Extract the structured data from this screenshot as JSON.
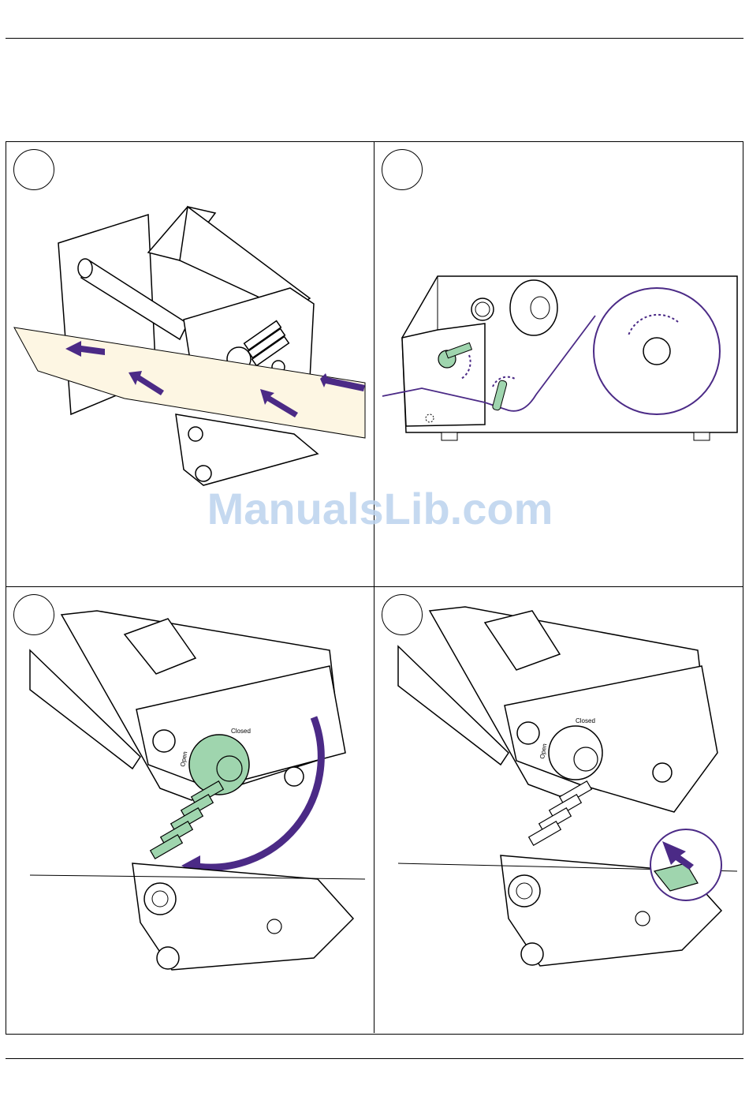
{
  "watermark": {
    "text": "ManualsLib.com"
  },
  "panels": [
    {
      "id": 1,
      "illustration": "printer-mechanism-media-insertion"
    },
    {
      "id": 2,
      "illustration": "printer-side-view-media-path"
    },
    {
      "id": 3,
      "illustration": "printhead-lever-closing"
    },
    {
      "id": 4,
      "illustration": "media-guide-adjust"
    }
  ],
  "labels": {
    "closed": "Closed",
    "open": "Open"
  },
  "colors": {
    "accent": "#4b2a86",
    "highlight": "#9fd5ae",
    "paper": "#fdf6e3"
  }
}
